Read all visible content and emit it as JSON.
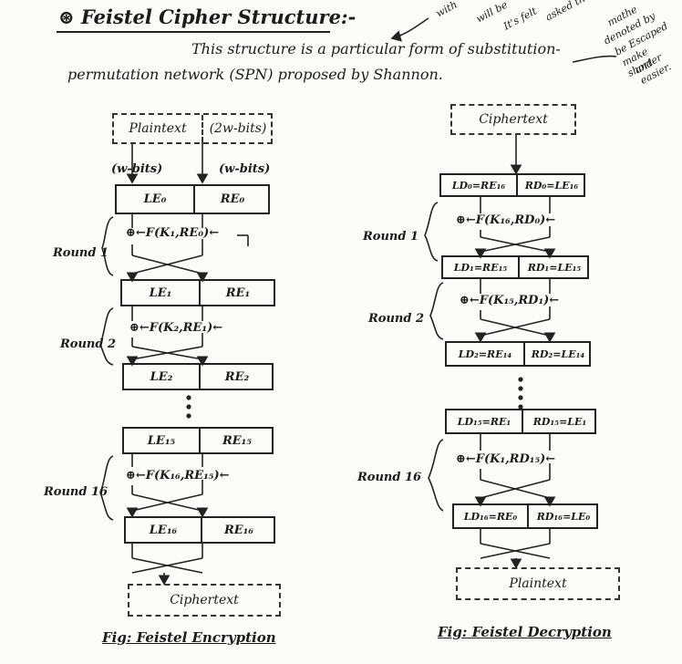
{
  "header": {
    "title": "⊛ Feistel Cipher Structure:-",
    "line1": "This structure is a particular form of substitution-",
    "line2": "permutation network (SPN) proposed by Shannon.",
    "margin_notes": [
      "with",
      "will be",
      "It's felt",
      "asked them",
      "mathe",
      "denoted by",
      "be Escaped",
      "make shorter",
      "and easier."
    ]
  },
  "encryption": {
    "input": "Plaintext (2w-bits)",
    "input_left": "Plaintext",
    "input_right": "(2w-bits)",
    "half_left": "(w-bits)",
    "half_right": "(w-bits)",
    "rows": [
      {
        "left": "LE₀",
        "right": "RE₀"
      },
      {
        "left": "LE₁",
        "right": "RE₁"
      },
      {
        "left": "LE₂",
        "right": "RE₂"
      },
      {
        "left": "LE₁₅",
        "right": "RE₁₅"
      },
      {
        "left": "LE₁₆",
        "right": "RE₁₆"
      }
    ],
    "rounds": [
      {
        "label": "Round 1",
        "func": "⊕←F(K₁,RE₀)←"
      },
      {
        "label": "Round 2",
        "func": "⊕←F(K₂,RE₁)←"
      },
      {
        "label": "Round 16",
        "func": "⊕←F(K₁₆,RE₁₅)←"
      }
    ],
    "output": "Ciphertext",
    "caption": "Fig: Feistel Encryption"
  },
  "decryption": {
    "input": "Ciphertext",
    "rows": [
      {
        "left": "LD₀=RE₁₆",
        "right": "RD₀=LE₁₆"
      },
      {
        "left": "LD₁=RE₁₅",
        "right": "RD₁=LE₁₅"
      },
      {
        "left": "LD₂=RE₁₄",
        "right": "RD₂=LE₁₄"
      },
      {
        "left": "LD₁₅=RE₁",
        "right": "RD₁₅=LE₁"
      },
      {
        "left": "LD₁₆=RE₀",
        "right": "RD₁₆=LE₀"
      }
    ],
    "rounds": [
      {
        "label": "Round 1",
        "func": "⊕←F(K₁₆,RD₀)←"
      },
      {
        "label": "Round 2",
        "func": "⊕←F(K₁₅,RD₁)←"
      },
      {
        "label": "Round 16",
        "func": "⊕←F(K₁,RD₁₅)←"
      }
    ],
    "output": "Plaintext",
    "caption": "Fig: Feistel Decryption"
  }
}
